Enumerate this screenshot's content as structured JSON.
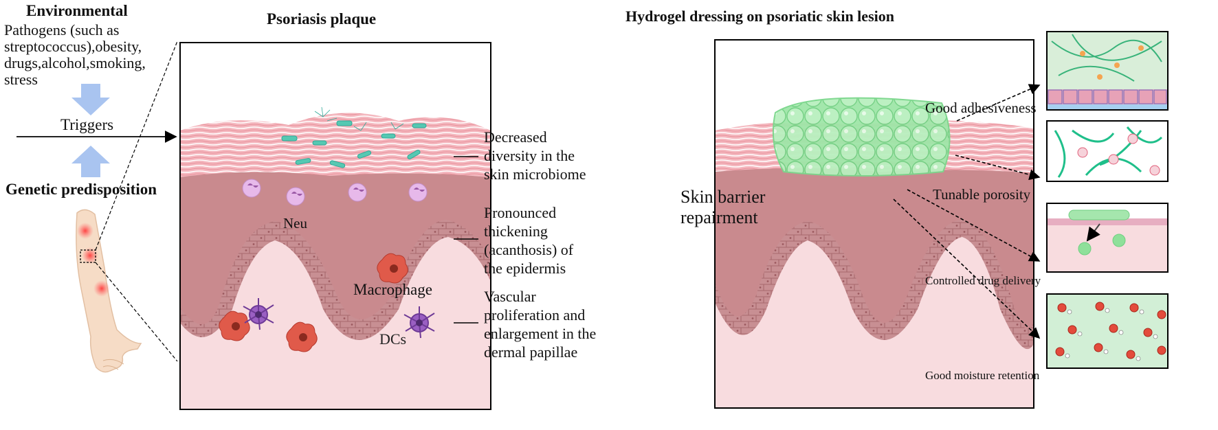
{
  "left": {
    "environmental_title": "Environmental",
    "environmental_text": "Pathogens (such as\nstreptococcus),obesity,\ndrugs,alcohol,smoking,\nstress",
    "triggers": "Triggers",
    "genetic_title": "Genetic predisposition"
  },
  "plaque": {
    "title": "Psoriasis plaque",
    "neu_label": "Neu",
    "macrophage_label": "Macrophage",
    "dcs_label": "DCs"
  },
  "annotations": [
    {
      "text": "Decreased\ndiversity in the\nskin microbiome"
    },
    {
      "text": "Pronounced\nthickening\n(acanthosis) of\nthe epidermis"
    },
    {
      "text": "Vascular\nproliferation and\nenlargement in the\ndermal papillae"
    }
  ],
  "hydrogel": {
    "title": "Hydrogel dressing on psoriatic skin lesion",
    "center_label": "Skin barrier\nrepairment",
    "panels": [
      {
        "caption": "Good adhesiveness"
      },
      {
        "caption": "Tunable porosity"
      },
      {
        "caption": "Controlled drug delivery"
      },
      {
        "caption": "Good moisture retention"
      }
    ]
  },
  "colors": {
    "epidermis": "#c98a8e",
    "stratum_corneum": "#f2b6bd",
    "dermis": "#f8dcdf",
    "hydrogel_green": "#7fd98d",
    "arrow_blue": "#a9c4f0",
    "neutrophil": "#d9a6dc",
    "macrophage": "#e05a4a",
    "dendritic": "#9a5fc2"
  }
}
